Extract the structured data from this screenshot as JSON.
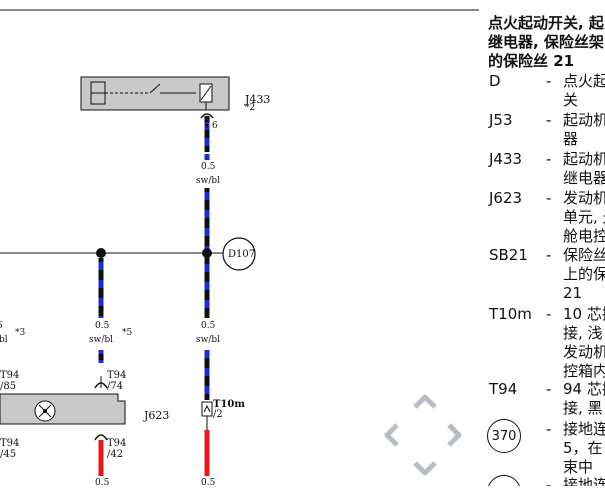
{
  "diagram": {
    "component_j433": "J433",
    "component_j433_note": "*2",
    "pin_j433": "6",
    "wire_gauge_1": "0.5",
    "wire_color_1": "sw/bl",
    "ground_point": "D107",
    "wire_gauge_2": "0.5",
    "wire_color_2": "sw/bl",
    "wire_gauge_3": "0.5",
    "wire_color_3": "sw/bl",
    "left_gauge": "5",
    "left_color": "bl",
    "note3": "*3",
    "note5": "*5",
    "conn_a": "T94",
    "conn_a_pin": "/85",
    "conn_b": "T94",
    "conn_b_pin": "/74",
    "conn_c": "T10m",
    "conn_c_pin": "/2",
    "component_j623": "J623",
    "conn_d": "T94",
    "conn_d_pin": "/45",
    "conn_e": "T94",
    "conn_e_pin": "/42",
    "bottom_gauge_1": "0.5",
    "bottom_gauge_2": "0.5"
  },
  "legend": {
    "title_line1": "点火起动开关, 起",
    "title_line2": "继电器, 保险丝架",
    "title_line3": "的保险丝 21",
    "separator": "-",
    "items": [
      {
        "code": "D",
        "line1": "点火起",
        "line2": "关"
      },
      {
        "code": "J53",
        "line1": "起动机",
        "line2": "器"
      },
      {
        "code": "J433",
        "line1": "起动机",
        "line2": "继电器"
      },
      {
        "code": "J623",
        "line1": "发动机",
        "line2": "单元, 光",
        "line3": "舱电控"
      },
      {
        "code": "SB21",
        "line1": "保险丝",
        "line2": "上的保",
        "line3": "21"
      },
      {
        "code": "T10m",
        "line1": "10 芯插",
        "line2": "接, 浅",
        "line3": "发动机",
        "line4": "控箱内"
      },
      {
        "code": "T94",
        "line1": "94 芯插",
        "line2": "接, 黑"
      },
      {
        "code": "370",
        "line1": "接地连",
        "line2": "5，在",
        "line3": "束中"
      },
      {
        "code": "",
        "line1": "接地连"
      }
    ]
  }
}
